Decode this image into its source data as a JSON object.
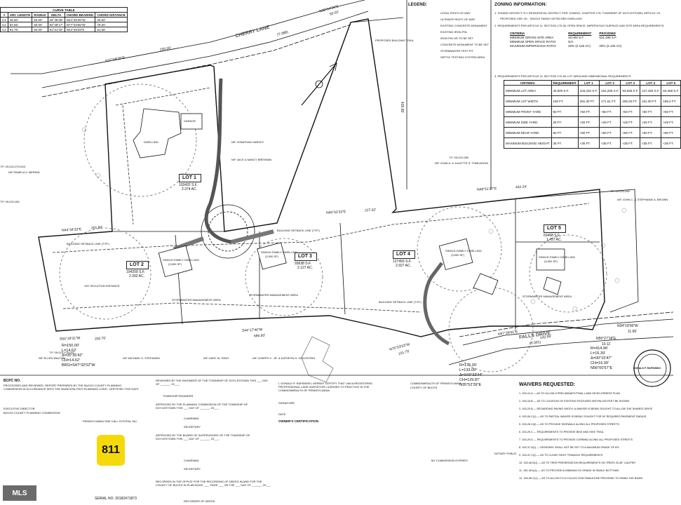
{
  "curve_table": {
    "title": "CURVE TABLE",
    "headers": [
      "#",
      "ARC LENGTH",
      "RADIUS",
      "DELTA",
      "CHORD BEARING",
      "CHORD DISTANCE"
    ],
    "rows": [
      [
        "C1",
        "26.60'",
        "60.00'",
        "34°46'48\"",
        "N44°26'25\"W",
        "26.50'"
      ],
      [
        "C2",
        "84.56'",
        "60.00'",
        "82°38'17\"",
        "N77°03'56\"W",
        "79.00'"
      ],
      [
        "C3",
        "84.76'",
        "60.00'",
        "81°51'46\"",
        "N44°48'29\"E",
        "81.66'"
      ]
    ]
  },
  "legend": {
    "title": "LEGEND:",
    "items": [
      "LEGAL RIGHT-OF-WAY",
      "ULTIMATE RIGHT-OF-WAY",
      "EXISTING CONCRETE MONUMENT",
      "EXISTING IRON PIN",
      "IRON PIN OR TO BE SET",
      "CONCRETE MONUMENT TO BE SET",
      "STORMWATER TEST PIT",
      "SEPTIC TESTING/ SYSTEM AREA"
    ]
  },
  "zoning": {
    "title": "ZONING INFORMATION:",
    "line1": "1. ZONING DISTRICT: R-1 RESIDENTIAL DISTRICT, PER: ZONING, CHAPTER 175, TOWNSHIP OF DOYLESTOWN, ARTICLE VII.",
    "line2": "PROPOSED USE: B1 - SINGLE FAMILY DETACHED DWELLING",
    "line3": "2. REQUIREMENTS PER ARTICLE IV, SECTION 175-36, OPEN SPACE, IMPERVIOUS SURFACE AND SITE AREA REQUIREMENTS:",
    "site_headers": [
      "CRITERIA",
      "REQUIREMENT",
      "PROVIDED"
    ],
    "site_rows": [
      [
        "MINIMUM GROSS SITE AREA",
        "40,000 S.F.",
        "521,498 S.F."
      ],
      [
        "MINIMUM OPEN SPACE RATIO",
        "N/A",
        ""
      ],
      [
        "MAXIMUM IMPERVIOUS RATIO",
        "20% (2.125 AC)",
        "20% (2.125 AC)"
      ]
    ],
    "line4": "3. REQUIREMENTS PER ARTICLE IV, SECTION 175-38, LOT AREA AND DIMENSIONAL REQUIREMENTS",
    "lot_headers": [
      "CRITERIA",
      "REQUIREMENT",
      "LOT 1",
      "LOT 2",
      "LOT 3",
      "LOT 4",
      "LOT 5"
    ],
    "lot_rows": [
      [
        "MINIMUM LOT AREA",
        "40,000 S.F.",
        "103,432 S.F.",
        "104,209 S.F.",
        "93,638 S.F.",
        "127,493 S.F.",
        "63,468 S.F."
      ],
      [
        "MINIMUM LOT WIDTH",
        "150 FT.",
        "281.30 FT.",
        "171.61 FT.",
        "209.25 FT.",
        "151.00 FT.",
        "199.2 FT."
      ],
      [
        "MINIMUM FRONT YARD",
        "50 FT.",
        ">50 FT.",
        ">50 FT.",
        ">50 FT.",
        ">50 FT.",
        ">50 FT."
      ],
      [
        "MINIMUM SIDE YARD",
        "25 FT.",
        ">25 FT.",
        ">25 FT.",
        ">25 FT.",
        ">25 FT.",
        ">25 FT."
      ],
      [
        "MINIMUM REAR YARD",
        "50 FT.",
        ">50 FT.",
        ">50 FT.",
        ">50 FT.",
        ">50 FT.",
        ">50 FT."
      ],
      [
        "MAXIMUM BUILDING HEIGHT",
        "35 FT.",
        "<35 FT.",
        "<35 FT.",
        "<35 FT.",
        "<35 FT.",
        "<35 FT."
      ]
    ]
  },
  "plan": {
    "road_north": "CHERRY LANE",
    "road_north_sr": "(T-388)",
    "road_south": "FALLS DRIVE",
    "road_south_sr": "(T-301)",
    "lots": [
      {
        "id": "LOT 1",
        "area": "103432 S.F.",
        "ac": "2.374 AC."
      },
      {
        "id": "LOT 2",
        "area": "104209 S.F.",
        "ac": "2.392 AC."
      },
      {
        "id": "LOT 3",
        "area": "93638 S.F.",
        "ac": "2.127 AC."
      },
      {
        "id": "LOT 4",
        "area": "127493 S.F.",
        "ac": "2.927 AC."
      },
      {
        "id": "LOT 5",
        "area": "63468 S.F.",
        "ac": "1.457 AC."
      }
    ],
    "bearings": {
      "b1": "N37°08'26\"E",
      "b2": "200.00'",
      "b3": "N38°54'34\"E",
      "b4": "50.02'",
      "b5": "N44°34'33\"E",
      "b6": "201.90'",
      "b7": "N45°02'33\"E",
      "b8": "227.02'",
      "b9": "N48°51'17\"E",
      "b10": "432.24'",
      "b11": "S44°17'46\"W",
      "b12": "686.93'",
      "b13": "S50°18'31\"W",
      "b14": "202.70'",
      "b15": "415.65'",
      "b16": "N75°53'53\"W",
      "b17": "101.79'",
      "b18": "N34°18'06\"W",
      "b19": "11.66'",
      "b20": "N55°27'18\"E",
      "b21": "10.11'",
      "b22": "N57°28'41\"E",
      "b23": "142.59'"
    },
    "curves": [
      "R=150.00'",
      "L=14.62'",
      "Δ=05°35'42\"",
      "CH=14.62'",
      "BRG=S47°32'02\"W",
      "R=175.00'",
      "L=133.05'",
      "Δ=043°33'44\"",
      "CH=129.87'",
      "N35°52'39\"E",
      "R=414.96'",
      "L=16.39'",
      "Δ=00°15'47\"",
      "CH=16.39'",
      "N56°00'57\"E"
    ],
    "labels": {
      "dwelling": "SINGLE-FAMILY DWELLING",
      "dwelling_area": "(3,500 SF)",
      "setback": "BUILDING SETBACK LINE (TYP.)",
      "isolation": "100' ISOLATION DISTANCE",
      "stormwater": "STORMWATER MANAGEMENT AREA",
      "proposed_trail": "PROPOSED BUILDING TRAIL",
      "garage": "GARAGE",
      "dwelling_ex": "DWELLING"
    },
    "owners": [
      "T.P. 09-022-080",
      "N/F JOHN A. & JULIETTE S. TOMLINSON",
      "N/F JACK & NANCY BRENNAN",
      "N/F JONATHAN HARVEY",
      "T.P. 09-022-079-001",
      "N/F ELLEN WALTON",
      "N/F MICHAEL S. STEFANSKI",
      "N/F GARY M. GRAY",
      "N/F JOSEPH C. JR. & KATHRYN H. HOCHSTEIN",
      "T.P. 09-022-079-003",
      "N/F PAMELA V. MERING",
      "T.P. 09-022-081",
      "T.P. 09-022-082",
      "N/F JOHN C. & STEPHANIE A. BROWN"
    ]
  },
  "blocks": {
    "bcpc_title": "BCPC NO.",
    "bcpc_text": "PROCESSED AND REVIEWED. REPORT PREPARED BY THE BUCKS COUNTY PLANNING COMMISSION IN ACCORDANCE WITH THE MUNICIPALITIES PLANNING CODE. CERTIFIED THIS DATE",
    "director": "EXECUTIVE DIRECTOR",
    "director2": "BUCKS COUNTY PLANNING COMMISSION",
    "engineer": "REVIEWED BY THE ENGINEER OF THE TOWNSHIP OF DOYLESTOWN THIS ___ DAY OF ______, 20___.",
    "twp_engineer": "TOWNSHIP ENGINEER",
    "planning": "APPROVED BY THE PLANNING COMMISSION OF THE TOWNSHIP OF DOYLESTOWN THIS ___ DAY OF ______, 20___.",
    "chairman": "CHAIRMAN",
    "secretary": "SECRETARY",
    "supervisors": "APPROVED BY THE BOARD OF SUPERVISORS OF THE TOWNSHIP OF DOYLESTOWN THIS ___ DAY OF ______, 20___.",
    "recorded": "RECORDED IN THE OFFICE FOR THE RECORDING OF DEEDS IN AND FOR THE COUNTY OF BUCKS IN PLAN BOOK ___, PAGE ___ ON THE ___ DAY OF ______, 20___.",
    "recorder": "RECORDER OF DEEDS",
    "surveyor": "I, DONALD P. RAPSINSKI, HEREBY CERTIFY THAT I AM A REGISTERED PROFESSIONAL LAND SURVEYOR LICENSED TO PRACTICE IN THE COMMONWEALTH OF PENNSYLVANIA.",
    "signature": "SIGNATURE",
    "date": "DATE",
    "owner_title": "OWNER'S CERTIFICATION",
    "one_call": "PENNSYLVANIA ONE CALL SYSTEM, INC.",
    "one_call_num": "811",
    "serial": "SERIAL NO. 20182471873",
    "commonwealth": "COMMONWEALTH OF PENNSYLVANIA",
    "county": "COUNTY OF BUCKS",
    "notary": "NOTARY PUBLIC",
    "commission": "MY COMMISSION EXPIRES",
    "stamp_name": "DONALD P. RAPSINSKI",
    "mls": "MLS"
  },
  "waivers": {
    "title": "WAIVERS REQUESTED:",
    "items": [
      "1. 153-12.A — AS TO ALLOW A PRELIMINARY/FINAL LAND DEVELOPMENT PLAN",
      "2. 153-18.B — AS TO LOCATION OF EXISTING FEATURES WITHIN 400 FEET BE SHOWN",
      "3. 153-20.B — REGARDING PAVING WIDTH, A WAIVER IS BEING SOUGHT TO ALLOW THE SHARED DRIVE",
      "4. 153-26.C(1) — AS TO PARTIAL WAIVER IS BEING SOUGHT FOR 50' REQUIRED PAVEMENT RADIUS",
      "5. 153-26.C(6) — AS TO PROVIDE SIDEWALK ALONG ALL PROPOSED STREETS",
      "6. 153-29.C — REQUIREMENTS TO PROVIDE BIKE AND HIKE TRAIL",
      "7. 153-29.D — REQUIREMENTS TO PROVIDE CURBING ALONG ALL PROPOSED STREETS",
      "8. 153-37.A(1) — DRIVEWAY SHALL NOT BE SET TO A MAXIMUM GRADE OF 8%",
      "9. 153-37.C(2) — AS TO CLEAR SIGHT TRIANGLE REQUIREMENTS",
      "10. 153-46.B(1) — AS TO TREE PRESERVATION REQUIREMENTS ON TREES 25-48\" CALIPER",
      "11. 153-36.A(1) — AS TO PROVIDE A MINIMUM 1% GRADE IN SWALE BOTTOMS",
      "12. 153-36.C(1) — AS TO ALLOW TO A COLLECTION SWALES BE PROVIDED TO DRAIN THE BASIN"
    ]
  }
}
